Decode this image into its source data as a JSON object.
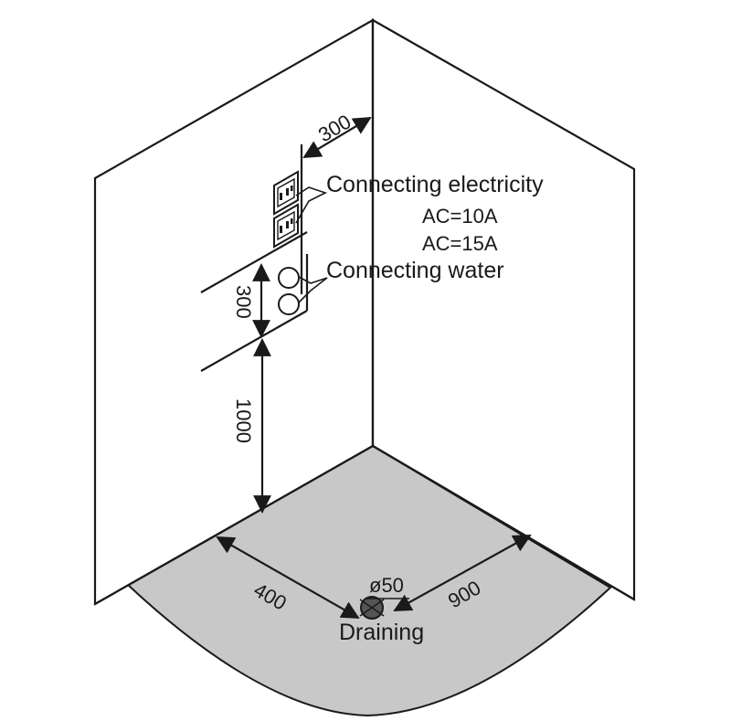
{
  "labels": {
    "connecting_electricity": "Connecting electricity",
    "ac_10a": "AC=10A",
    "ac_15a": "AC=15A",
    "connecting_water": "Connecting water",
    "draining": "Draining",
    "drain_diameter": "ø50"
  },
  "dimensions": {
    "top_offset": "300",
    "water_spacing": "300",
    "water_height": "1000",
    "left_floor": "400",
    "right_floor": "900"
  },
  "colors": {
    "floor": "#c8c8c8",
    "line": "#1a1a1a",
    "drain": "#555555"
  }
}
